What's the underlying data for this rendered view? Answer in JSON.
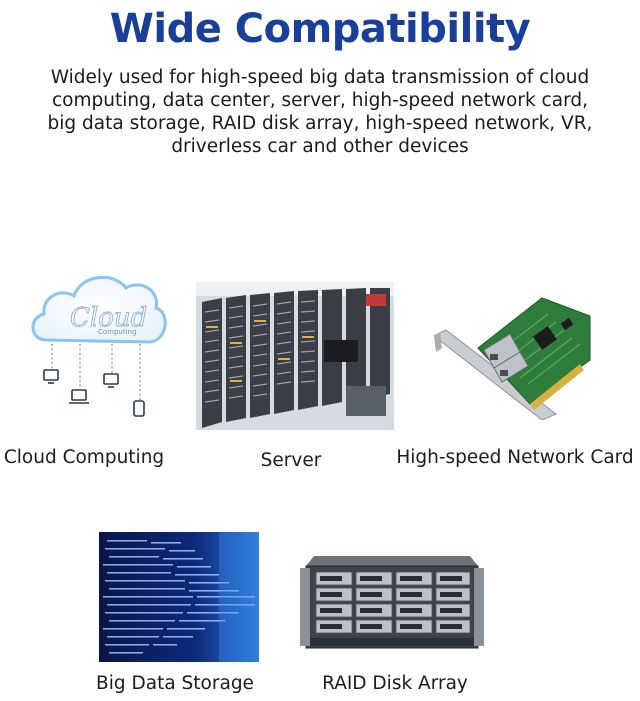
{
  "header": {
    "title": "Wide Compatibility",
    "description": "Widely used for high-speed big data transmission of cloud\ncomputing, data center, server, high-speed network card,\nbig data storage, RAID disk array, high-speed network, VR,\ndriverless car and other devices"
  },
  "items": [
    {
      "label": "Cloud Computing",
      "icon": "cloud-computing-image",
      "cloud_word": "Cloud",
      "cloud_sub": "Computing"
    },
    {
      "label": "Server",
      "icon": "server-rack-image"
    },
    {
      "label": "High-speed Network Card",
      "icon": "network-card-image"
    },
    {
      "label": "Big Data Storage",
      "icon": "big-data-image"
    },
    {
      "label": "RAID Disk Array",
      "icon": "raid-array-image"
    }
  ],
  "colors": {
    "title": "#1a3f9a",
    "cloud": "#7ab8e8",
    "pcb": "#2e7a3a",
    "data_bg": "#06103a"
  }
}
